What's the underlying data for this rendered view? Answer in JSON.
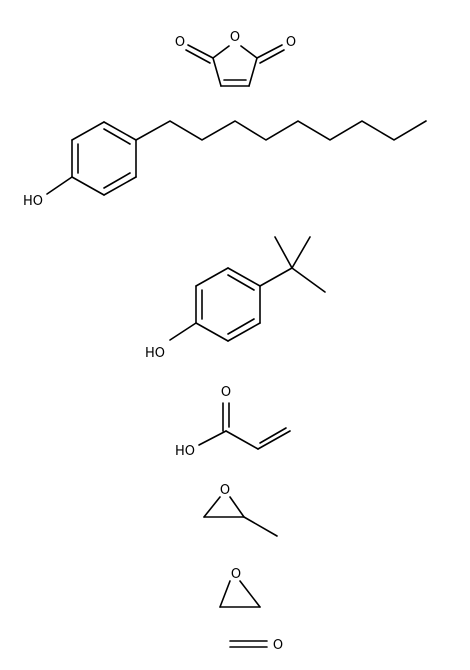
{
  "diagram": {
    "molecules": [
      {
        "name": "maleic-anhydride",
        "atoms": {
          "ring_o": "O",
          "carbonyl_o_left": "O",
          "carbonyl_o_right": "O"
        }
      },
      {
        "name": "4-nonylphenol",
        "atoms": {
          "hydroxyl": "HO"
        }
      },
      {
        "name": "4-tert-butylphenol",
        "atoms": {
          "hydroxyl": "HO"
        }
      },
      {
        "name": "acrylic-acid",
        "atoms": {
          "carbonyl_o": "O",
          "hydroxyl": "HO"
        }
      },
      {
        "name": "propylene-oxide",
        "atoms": {
          "ring_o": "O"
        }
      },
      {
        "name": "ethylene-oxide",
        "atoms": {
          "ring_o": "O"
        }
      },
      {
        "name": "formaldehyde",
        "atoms": {
          "carbonyl_o": "O"
        }
      }
    ]
  }
}
